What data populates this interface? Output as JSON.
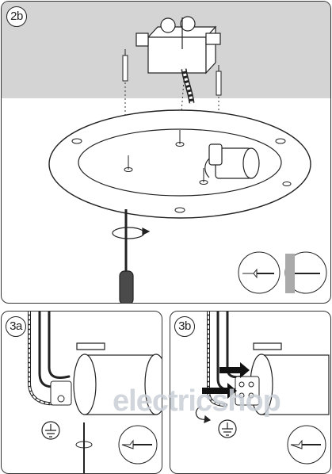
{
  "steps": {
    "step_2b": "2b",
    "step_3a": "3a",
    "step_3b": "3b"
  },
  "watermark": {
    "text": "electricshop"
  },
  "icons": [
    "junction-box-icon",
    "wall-plug-icon",
    "screw-icon",
    "screwdriver-icon",
    "rotation-arrow-icon",
    "ground-symbol-icon"
  ]
}
